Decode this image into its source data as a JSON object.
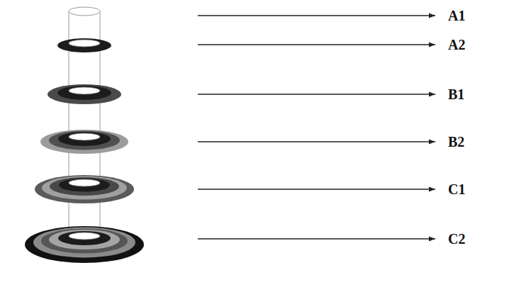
{
  "diagram": {
    "labels": [
      "A1",
      "A2",
      "B1",
      "B2",
      "C1",
      "C2"
    ]
  }
}
